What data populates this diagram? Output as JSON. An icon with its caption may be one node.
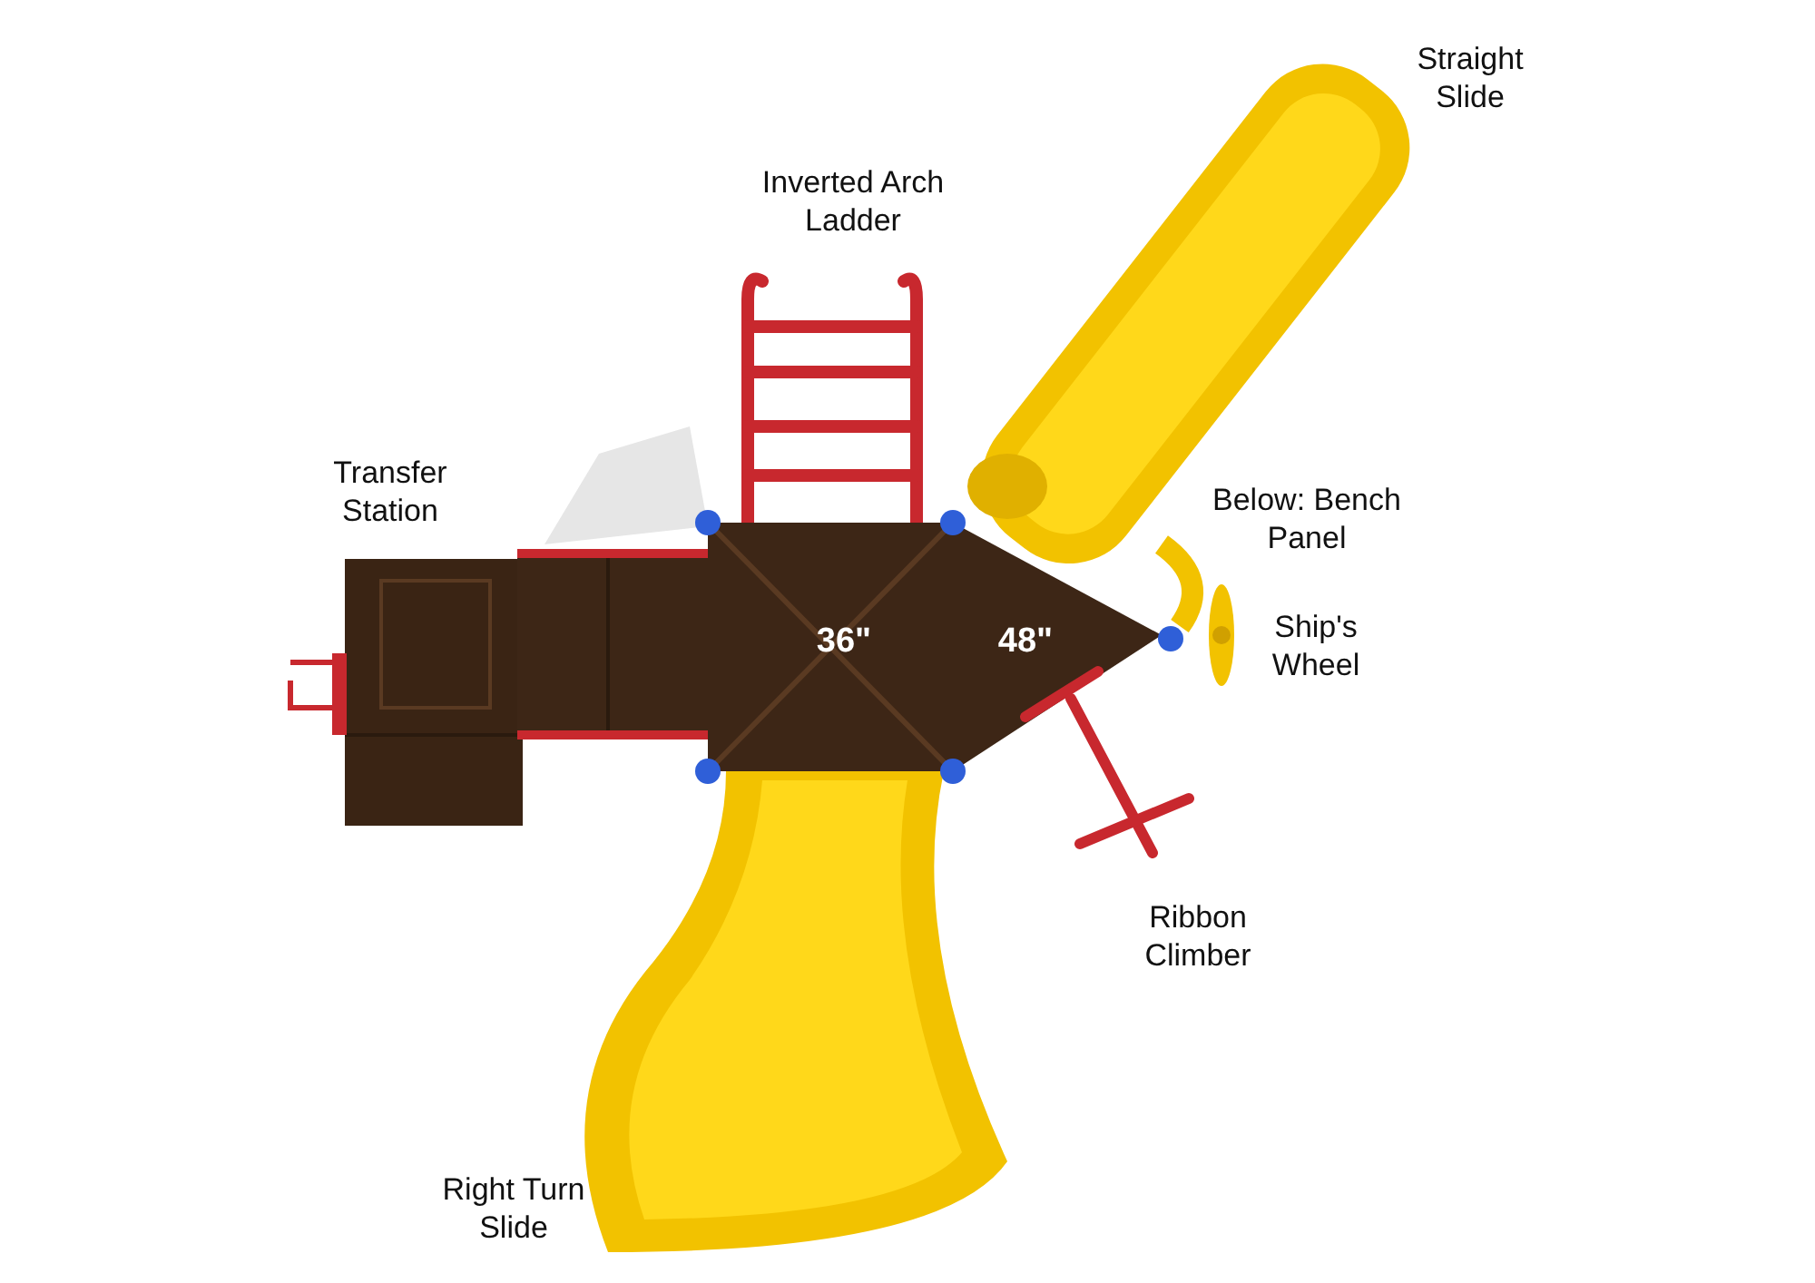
{
  "diagram": {
    "labels": [
      "Straight Slide",
      "Inverted Arch Ladder",
      "Transfer Station",
      "Below: Bench Panel",
      "36\"",
      "48\"",
      "Ship's Wheel",
      "Ribbon Climber",
      "Right Turn Slide"
    ]
  }
}
